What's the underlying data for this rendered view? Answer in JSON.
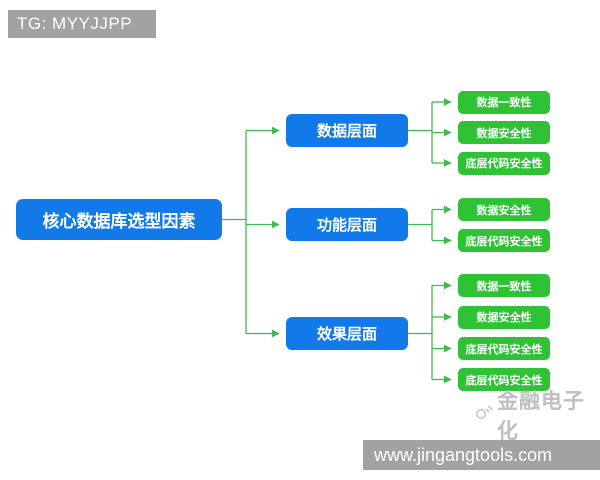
{
  "badge": {
    "text": "TG: MYYJJPP"
  },
  "footer": {
    "url": "www.jingangtools.com"
  },
  "watermark": {
    "text": "金融电子化",
    "icon": "broadcast-hand-icon"
  },
  "colors": {
    "node_blue": "#127ae8",
    "node_green": "#2ec234",
    "connector_green": "#3dbb4e",
    "bar_gray": "#a2a2a2"
  },
  "diagram": {
    "root": {
      "label": "核心数据库选型因素"
    },
    "branches": [
      {
        "label": "数据层面",
        "children": [
          {
            "label": "数据一致性"
          },
          {
            "label": "数据安全性"
          },
          {
            "label": "底层代码安全性"
          }
        ]
      },
      {
        "label": "功能层面",
        "children": [
          {
            "label": "数据安全性"
          },
          {
            "label": "底层代码安全性"
          }
        ]
      },
      {
        "label": "效果层面",
        "children": [
          {
            "label": "数据一致性"
          },
          {
            "label": "数据安全性"
          },
          {
            "label": "底层代码安全性"
          },
          {
            "label": "底层代码安全性"
          }
        ]
      }
    ]
  }
}
